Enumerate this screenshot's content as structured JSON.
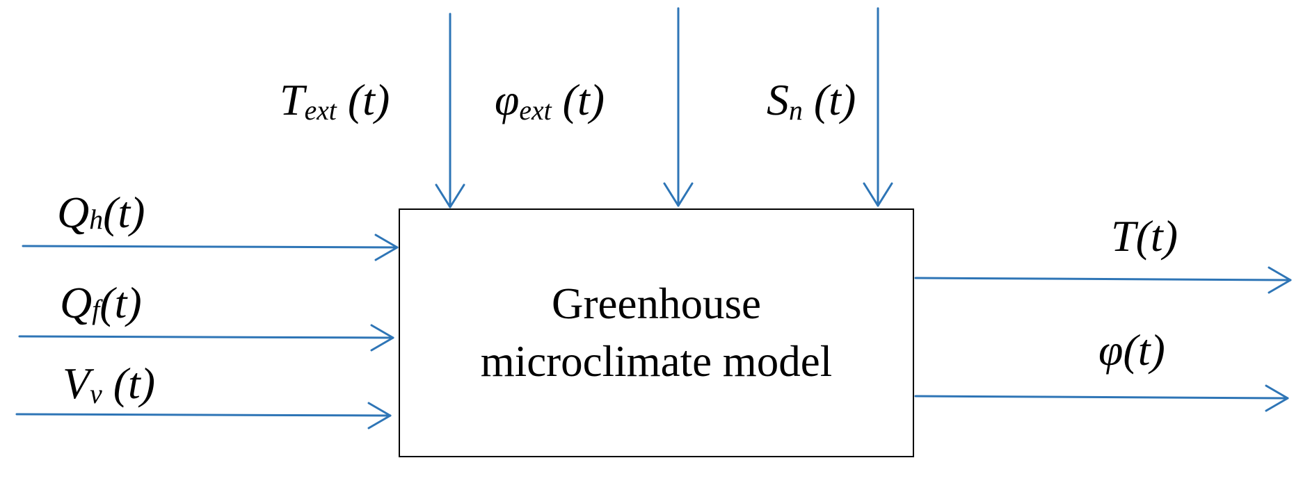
{
  "diagram": {
    "block": {
      "line1": "Greenhouse",
      "line2": "microclimate model"
    },
    "top_inputs": [
      {
        "base": "T",
        "sub": "ext",
        "arg": " (t)"
      },
      {
        "base": "φ",
        "sub": "ext",
        "arg": " (t)"
      },
      {
        "base": "S",
        "sub": "n",
        "arg": " (t)"
      }
    ],
    "left_inputs": [
      {
        "base": "Q",
        "sub": "h",
        "arg": "(t)"
      },
      {
        "base": "Q",
        "sub": "f",
        "arg": "(t)"
      },
      {
        "base": "V",
        "sub": "v",
        "arg": " (t)"
      }
    ],
    "outputs": [
      {
        "text": "T(t)"
      },
      {
        "text": "φ(t)"
      }
    ],
    "colors": {
      "arrow": "#2E75B6",
      "text": "#000000",
      "box_border": "#000000"
    }
  }
}
